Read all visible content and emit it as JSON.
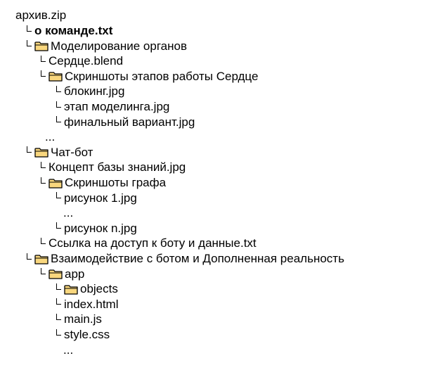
{
  "tree": {
    "root": "архив.zip",
    "items": [
      {
        "label": "о команде.txt",
        "bold": true,
        "connector": true,
        "folder": false,
        "level": 1
      },
      {
        "label": "Моделирование органов",
        "connector": true,
        "folder": true,
        "level": 1
      },
      {
        "label": "Сердце.blend",
        "connector": true,
        "folder": false,
        "level": 2
      },
      {
        "label": "Скриншоты этапов работы Сердце",
        "connector": true,
        "folder": true,
        "level": 2
      },
      {
        "label": "блокинг.jpg",
        "connector": true,
        "folder": false,
        "level": 3
      },
      {
        "label": "этап моделинга.jpg",
        "connector": true,
        "folder": false,
        "level": 3
      },
      {
        "label": "финальный вариант.jpg",
        "connector": true,
        "folder": false,
        "level": 3
      },
      {
        "label": "...",
        "connector": false,
        "folder": false,
        "level": 2
      },
      {
        "label": "Чат-бот",
        "connector": true,
        "folder": true,
        "level": 1
      },
      {
        "label": "Концепт базы знаний.jpg",
        "connector": true,
        "folder": false,
        "level": 2
      },
      {
        "label": "Скриншоты графа",
        "connector": true,
        "folder": true,
        "level": 2
      },
      {
        "label": "рисунок 1.jpg",
        "connector": true,
        "folder": false,
        "level": 3
      },
      {
        "label": "...",
        "connector": false,
        "folder": false,
        "level": 3
      },
      {
        "label": "рисунок n.jpg",
        "connector": true,
        "folder": false,
        "level": 3
      },
      {
        "label": "Ссылка на доступ к боту и данные.txt",
        "connector": true,
        "folder": false,
        "level": 2
      },
      {
        "label": "Взаимодействие с ботом и Дополненная реальность",
        "connector": true,
        "folder": true,
        "level": 1
      },
      {
        "label": "app",
        "connector": true,
        "folder": true,
        "level": 2
      },
      {
        "label": "objects",
        "connector": true,
        "folder": true,
        "level": 3
      },
      {
        "label": "index.html",
        "connector": true,
        "folder": false,
        "level": 3
      },
      {
        "label": "main.js",
        "connector": true,
        "folder": false,
        "level": 3
      },
      {
        "label": "style.css",
        "connector": true,
        "folder": false,
        "level": 3
      },
      {
        "label": "...",
        "connector": false,
        "folder": false,
        "level": 3
      }
    ]
  },
  "colors": {
    "folder_fill": "#f9d77e",
    "folder_stroke": "#000000"
  },
  "icons": {
    "folder": "folder-icon",
    "connector": "tree-connector-icon"
  }
}
